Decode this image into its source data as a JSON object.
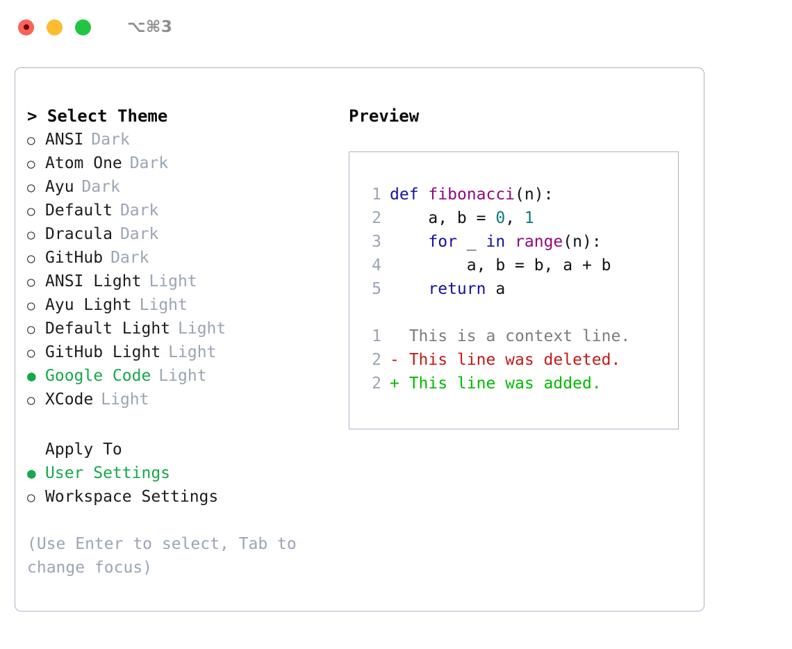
{
  "titlebar": {
    "shortcut": "⌥⌘3",
    "buttons": [
      {
        "name": "close",
        "color": "#fa6158"
      },
      {
        "name": "minimize",
        "color": "#fcbc2e"
      },
      {
        "name": "maximize",
        "color": "#21c542"
      }
    ]
  },
  "theme_picker": {
    "heading": "> Select Theme",
    "items": [
      {
        "bullet": "○",
        "label": "ANSI",
        "variant": "Dark",
        "selected": false
      },
      {
        "bullet": "○",
        "label": "Atom One",
        "variant": "Dark",
        "selected": false
      },
      {
        "bullet": "○",
        "label": "Ayu",
        "variant": "Dark",
        "selected": false
      },
      {
        "bullet": "○",
        "label": "Default",
        "variant": "Dark",
        "selected": false
      },
      {
        "bullet": "○",
        "label": "Dracula",
        "variant": "Dark",
        "selected": false
      },
      {
        "bullet": "○",
        "label": "GitHub",
        "variant": "Dark",
        "selected": false
      },
      {
        "bullet": "○",
        "label": "ANSI Light",
        "variant": "Light",
        "selected": false
      },
      {
        "bullet": "○",
        "label": "Ayu Light",
        "variant": "Light",
        "selected": false
      },
      {
        "bullet": "○",
        "label": "Default Light",
        "variant": "Light",
        "selected": false
      },
      {
        "bullet": "○",
        "label": "GitHub Light",
        "variant": "Light",
        "selected": false
      },
      {
        "bullet": "●",
        "label": "Google Code",
        "variant": "Light",
        "selected": true
      },
      {
        "bullet": "○",
        "label": "XCode",
        "variant": "Light",
        "selected": false
      }
    ]
  },
  "apply_to": {
    "heading": "Apply To",
    "items": [
      {
        "bullet": "●",
        "label": "User Settings",
        "selected": true
      },
      {
        "bullet": "○",
        "label": "Workspace Settings",
        "selected": false
      }
    ]
  },
  "hint": "(Use Enter to select, Tab to change focus)",
  "preview": {
    "heading": "Preview",
    "code_lines": [
      {
        "no": "1",
        "tokens": [
          {
            "t": "def",
            "c": "kw"
          },
          {
            "t": " ",
            "c": "plain"
          },
          {
            "t": "fibonacci",
            "c": "fn"
          },
          {
            "t": "(n):",
            "c": "plain"
          }
        ]
      },
      {
        "no": "2",
        "tokens": [
          {
            "t": "    a, b = ",
            "c": "plain"
          },
          {
            "t": "0",
            "c": "num"
          },
          {
            "t": ", ",
            "c": "plain"
          },
          {
            "t": "1",
            "c": "num"
          }
        ]
      },
      {
        "no": "3",
        "tokens": [
          {
            "t": "    ",
            "c": "plain"
          },
          {
            "t": "for",
            "c": "kw"
          },
          {
            "t": " _ ",
            "c": "plain"
          },
          {
            "t": "in",
            "c": "kw"
          },
          {
            "t": " ",
            "c": "plain"
          },
          {
            "t": "range",
            "c": "fn"
          },
          {
            "t": "(n):",
            "c": "plain"
          }
        ]
      },
      {
        "no": "4",
        "tokens": [
          {
            "t": "        a, b = b, a + b",
            "c": "plain"
          }
        ]
      },
      {
        "no": "5",
        "tokens": [
          {
            "t": "    ",
            "c": "plain"
          },
          {
            "t": "return",
            "c": "kw"
          },
          {
            "t": " a",
            "c": "plain"
          }
        ]
      }
    ],
    "diff_lines": [
      {
        "no": "1",
        "marker": " ",
        "text": "  This is a context line.",
        "kind": "ctx"
      },
      {
        "no": "2",
        "marker": "-",
        "text": "- This line was deleted.",
        "kind": "del"
      },
      {
        "no": "2",
        "marker": "+",
        "text": "+ This line was added.",
        "kind": "add"
      }
    ]
  },
  "colors": {
    "accent_green": "#16a84a",
    "muted": "#9aa5b5",
    "border": "#aab4c4",
    "keyword": "#13139e",
    "function": "#8f0a7a",
    "number": "#0d7b7b",
    "diff_deleted": "#c41a16",
    "diff_added": "#00bb00",
    "diff_context": "#7c7c7c"
  }
}
